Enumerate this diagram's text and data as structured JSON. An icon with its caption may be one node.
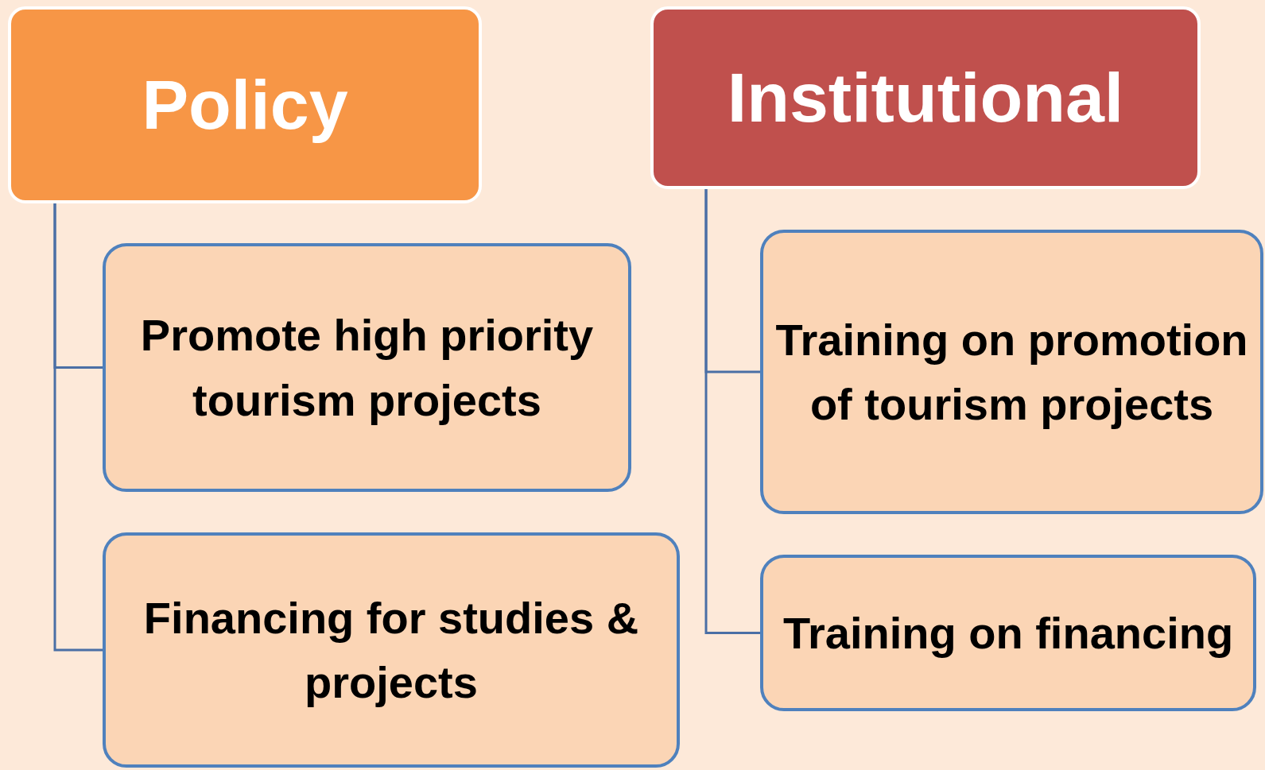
{
  "diagram": {
    "nodes": [
      {
        "text": [
          "Policy"
        ]
      },
      {
        "text": [
          "Promote high priority tourism projects"
        ]
      },
      {
        "text": [
          "Financing for studies & projects"
        ]
      },
      {
        "text": [
          "Institutional"
        ]
      },
      {
        "text": [
          "Training on promotion of tourism projects"
        ]
      },
      {
        "text": [
          "Training on financing"
        ]
      }
    ],
    "edges": [
      {
        "from": 0,
        "to": 1,
        "arrow": "none"
      },
      {
        "from": 0,
        "to": 2,
        "arrow": "none"
      },
      {
        "from": 3,
        "to": 4,
        "arrow": "none"
      },
      {
        "from": 3,
        "to": 5,
        "arrow": "none"
      }
    ]
  }
}
